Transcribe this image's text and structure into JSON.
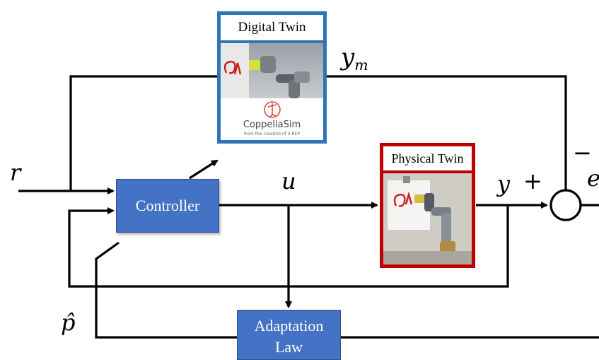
{
  "colors": {
    "block_fill": "#4472C4",
    "block_text": "#FFFFFF",
    "digital_twin_border": "#2E75B6",
    "physical_twin_border": "#C00000",
    "line": "#000000"
  },
  "blocks": {
    "controller": "Controller",
    "adaptation_line1": "Adaptation",
    "adaptation_line2": "Law"
  },
  "twins": {
    "digital_title": "Digital Twin",
    "physical_title": "Physical Twin",
    "coppelia_brand": "CoppeliaSim",
    "coppelia_tagline": "from the creators of V-REP"
  },
  "signals": {
    "reference": "r",
    "model_output": "y",
    "model_output_sub": "m",
    "control": "u",
    "output": "y",
    "error": "e",
    "estimate": "p̂",
    "plus": "+",
    "minus": "−"
  }
}
